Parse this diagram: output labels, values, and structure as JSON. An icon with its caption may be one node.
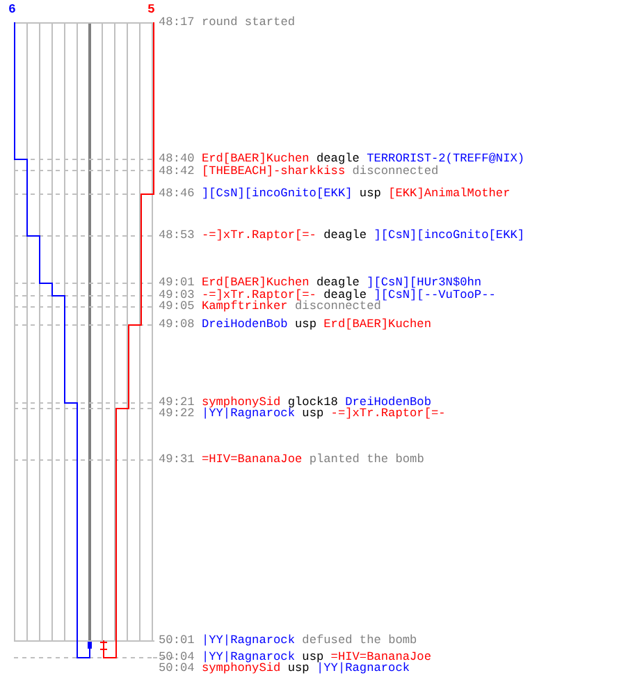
{
  "diagram": {
    "labels": [
      "6",
      "5",
      "48:17 round started",
      "48:40 Erd[BAER]Kuchen deagle TERRORIST-2(TREFF@NIX)",
      "48:42 [THEBEACH]-sharkkiss disconnected",
      "48:46 ][CsN][incoGnito[EKK] usp [EKK]AnimalMother",
      "48:53 -=]xTr.Raptor[=- deagle ][CsN][incoGnito[EKK]",
      "49:01 Erd[BAER]Kuchen deagle ][CsN][HUr3N$0hn",
      "49:03 -=]xTr.Raptor[=- deagle ][CsN][--VuTooP--",
      "49:05 Kampftrinker disconnected",
      "49:08 DreiHodenBob usp Erd[BAER]Kuchen",
      "49:21 symphonySid glock18 DreiHodenBob",
      "49:22 |YY|Ragnarock usp -=]xTr.Raptor[=-",
      "49:31 =HIV=BananaJoe planted the bomb",
      "50:01 |YY|Ragnarock defused the bomb",
      "50:04 |YY|Ragnarock usp =HIV=BananaJoe",
      "50:04 symphonySid usp |YY|Ragnarock"
    ]
  }
}
